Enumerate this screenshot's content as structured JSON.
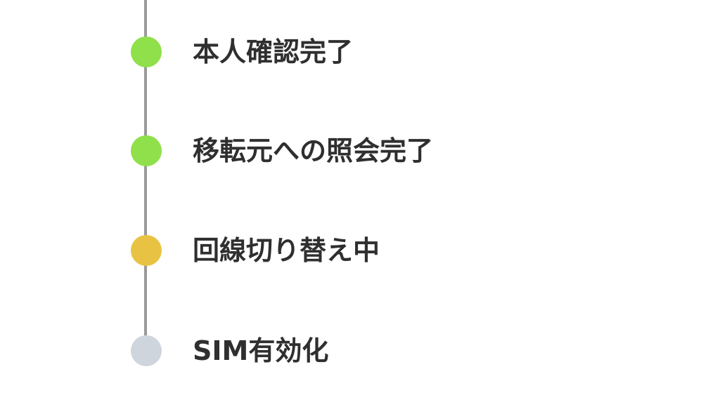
{
  "timeline": {
    "steps": [
      {
        "label": "本人確認完了",
        "status": "complete",
        "color": "#8fe04a"
      },
      {
        "label": "移転元への照会完了",
        "status": "complete",
        "color": "#8fe04a"
      },
      {
        "label": "回線切り替え中",
        "status": "in-progress",
        "color": "#e8c343"
      },
      {
        "label": "SIM有効化",
        "status": "pending",
        "color": "#cfd5dd"
      }
    ]
  }
}
